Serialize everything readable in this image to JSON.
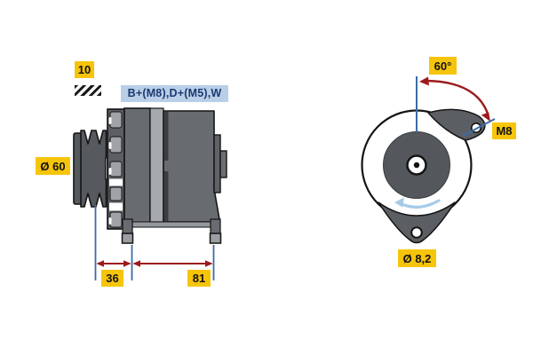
{
  "diagram": {
    "subject": "alternator-technical-drawing",
    "labels": {
      "belt_width": "10",
      "connections": "B+(M8),D+(M5),W",
      "pulley_diameter": "Ø 60",
      "dim_pulley_to_mount": "36",
      "dim_mount_span": "81",
      "mounting_angle": "60°",
      "thread_size": "M8",
      "mounting_hole_diameter": "Ø 8,2"
    },
    "icons": {
      "belt_profile_hatch": "diagonal-stripes",
      "rotation_arrow": "counterclockwise-arc",
      "angle_arrow": "curved-double-head",
      "dimension_arrows": "double-headed-horizontal"
    },
    "colors": {
      "label_yellow": "#f6c50b",
      "label_blue_bg": "#b9cfe8",
      "label_blue_text": "#1c3a70",
      "dimension_red": "#9c1a1c",
      "extension_blue": "#3c6ca8",
      "rotation_light_blue": "#a6cbe9",
      "body_dark_gray": "#686b70",
      "body_light_gray": "#a6a9ae",
      "outline_black": "#141414"
    }
  }
}
